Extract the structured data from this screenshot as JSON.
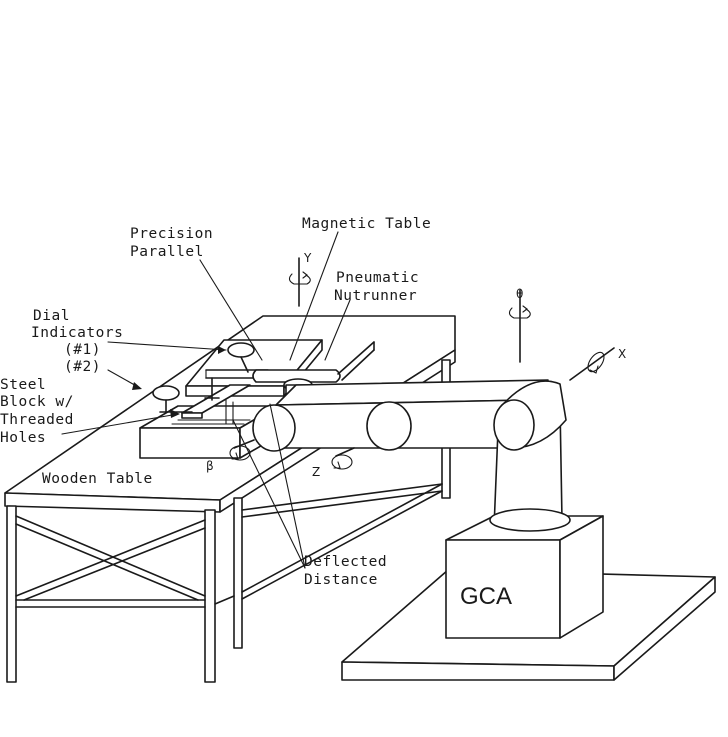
{
  "labels": {
    "precision_parallel": [
      "Precision",
      "Parallel"
    ],
    "magnetic_table": "Magnetic Table",
    "pneumatic_nutrunner": [
      "Pneumatic",
      "Nutrunner"
    ],
    "dial_indicators": [
      "Dial",
      "Indicators",
      "(#1)",
      "(#2)"
    ],
    "steel_block": [
      "Steel",
      "Block w/",
      "Threaded",
      "Holes"
    ],
    "wooden_table": "Wooden Table",
    "deflected_distance": [
      "Deflected",
      "Distance"
    ],
    "robot_brand": "GCA"
  },
  "axes": {
    "y": "Y",
    "theta": "θ",
    "x": "X",
    "z": "Z",
    "beta": "β"
  }
}
